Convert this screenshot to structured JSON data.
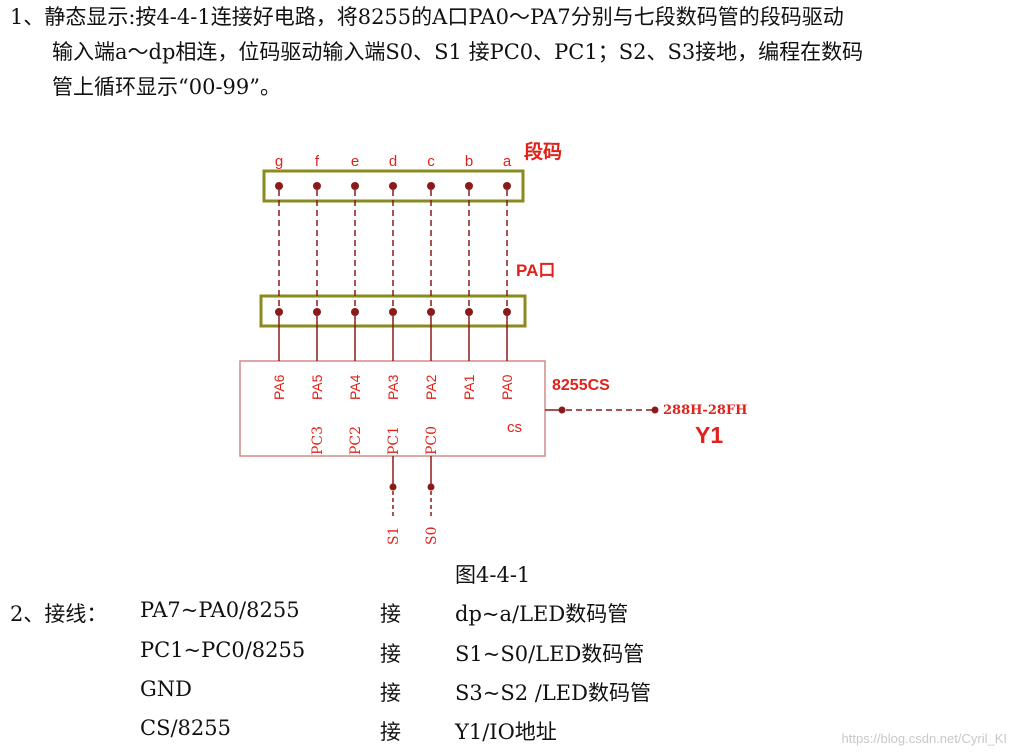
{
  "section1": {
    "lines": [
      "1、静态显示:按4-4-1连接好电路，将8255的A口PA0～PA7分别与七段数码管的段码驱动",
      "输入端a～dp相连，位码驱动输入端S0、S1 接PC0、PC1；S2、S3接地，编程在数码",
      "管上循环显示“00-99”。"
    ]
  },
  "figure": {
    "seg_label": "段码",
    "pa_label": "PA口",
    "chip_label": "8255CS",
    "segments": [
      "g",
      "f",
      "e",
      "d",
      "c",
      "b",
      "a"
    ],
    "pa_pins": [
      "PA6",
      "PA5",
      "PA4",
      "PA3",
      "PA2",
      "PA1",
      "PA0"
    ],
    "pc_pins": [
      "PC3",
      "PC2",
      "PC1",
      "PC0"
    ],
    "cs_pin": "cs",
    "s_pins": [
      "S1",
      "S0"
    ],
    "address": "288H-28FH",
    "y1": "Y1",
    "caption": "图4-4-1",
    "colors": {
      "red": "#e0221b",
      "dark_red": "#8b1a1a",
      "olive": "#8a8a1e",
      "chip_border": "#d08a8a"
    }
  },
  "section2": {
    "label": "2、接线：",
    "rows": [
      {
        "left": "PA7~PA0/8255",
        "mid": "接",
        "right": "dp~a/LED数码管"
      },
      {
        "left": "PC1~PC0/8255",
        "mid": "接",
        "right": "S1~S0/LED数码管"
      },
      {
        "left": "GND",
        "mid": "接",
        "right": "S3~S2 /LED数码管"
      },
      {
        "left": "CS/8255",
        "mid": "接",
        "right": "Y1/IO地址"
      }
    ]
  },
  "watermark": "https://blog.csdn.net/Cyril_KI"
}
